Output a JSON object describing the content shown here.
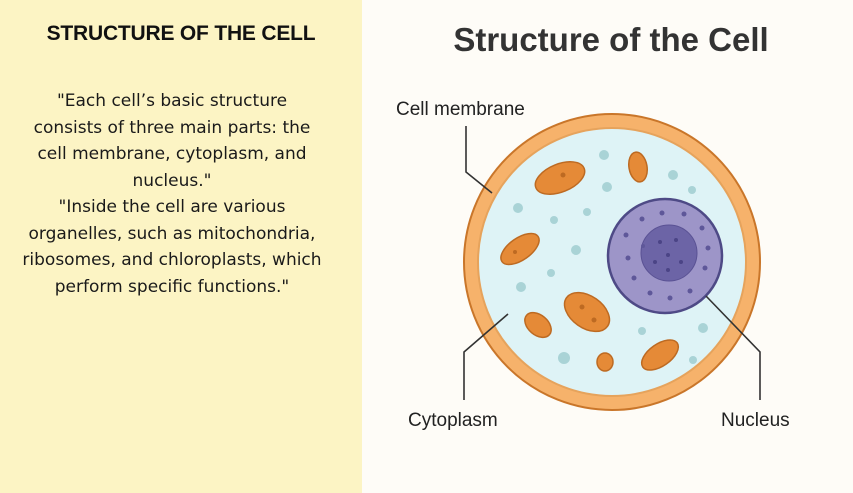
{
  "left_panel": {
    "heading": "STRUCTURE OF THE CELL",
    "paragraphs": [
      "\"Each cell’s basic structure consists of three main parts: the cell membrane, cytoplasm, and nucleus.\"",
      "\"Inside the cell are various organelles, such as mitochondria, ribosomes, and chloroplasts, which perform specific functions.\""
    ]
  },
  "diagram": {
    "title": "Structure of the Cell",
    "labels": {
      "membrane": "Cell membrane",
      "cytoplasm": "Cytoplasm",
      "nucleus": "Nucleus"
    },
    "colors": {
      "membrane": "#f6b26b",
      "membrane_outline": "#c9762a",
      "cytoplasm": "#def3f6",
      "nucleus": "#9d95c8",
      "nucleolus": "#6c64a6",
      "organelle": "#e58a37",
      "ribosome": "#a9d3d6"
    }
  }
}
